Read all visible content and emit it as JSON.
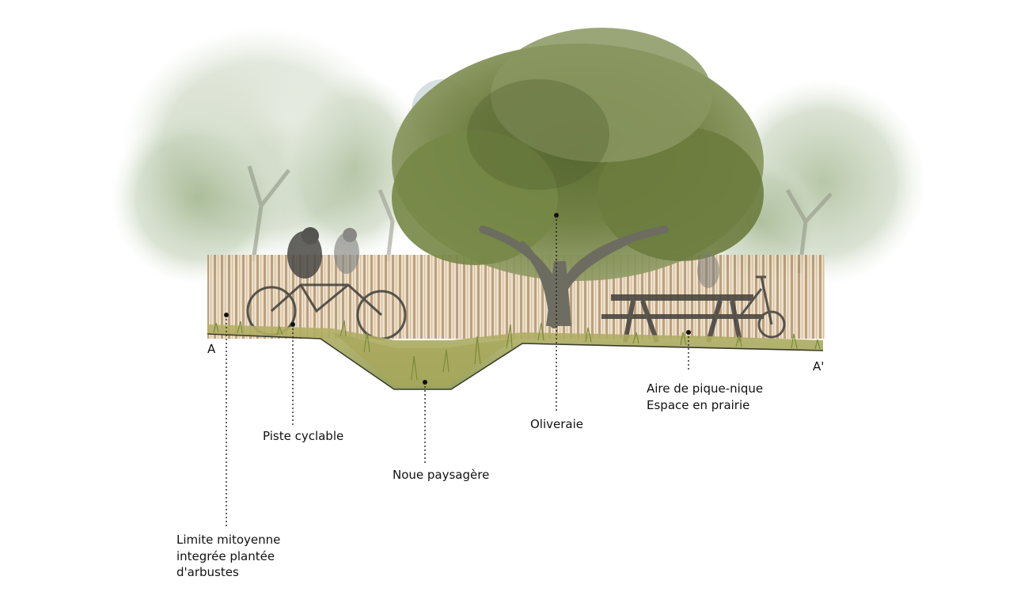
{
  "section": {
    "start_mark": "A",
    "end_mark": "A'"
  },
  "callouts": {
    "limite": {
      "lines": [
        "Limite mitoyenne",
        "integrée plantée",
        "d'arbustes"
      ]
    },
    "piste": {
      "lines": [
        "Piste cyclable"
      ]
    },
    "noue": {
      "lines": [
        "Noue paysagère"
      ]
    },
    "oliveraie": {
      "lines": [
        "Oliveraie"
      ]
    },
    "aire": {
      "lines": [
        "Aire de pique-nique",
        "Espace en prairie"
      ]
    }
  },
  "colors": {
    "ground_line": "#3b3b2a",
    "grass": "#9aa35a",
    "grass_dry": "#c9b56a",
    "olive_foliage": "#6f7f45",
    "olive_dark": "#4e5c2c",
    "background_trees": "#b8c7a0",
    "fence_light": "#e6d6bb",
    "fence_dark": "#a98a63",
    "trunk": "#6b6a5e",
    "leader": "#222222"
  }
}
